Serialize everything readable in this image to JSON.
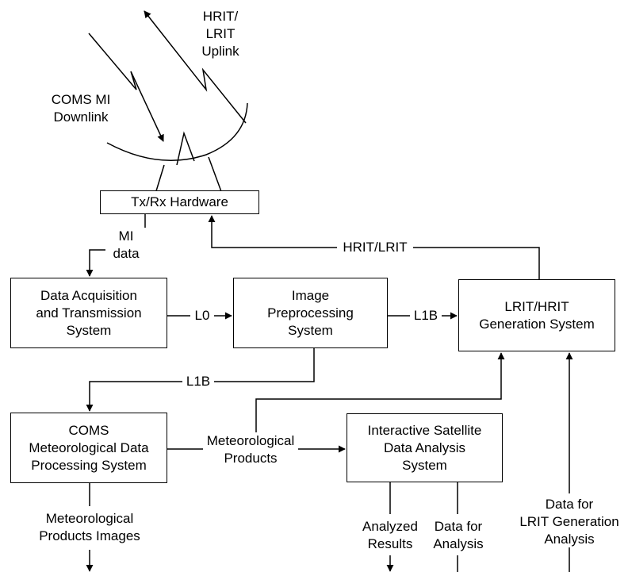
{
  "antenna": {
    "uplink_label": "HRIT/\nLRIT\nUplink",
    "downlink_label": "COMS MI\nDownlink",
    "hardware_label": "Tx/Rx Hardware"
  },
  "systems": {
    "data_acquisition": "Data Acquisition\nand Transmission\nSystem",
    "image_preprocessing": "Image\nPreprocessing\nSystem",
    "lrit_hrit_generation": "LRIT/HRIT\nGeneration System",
    "coms_mdps": "COMS\nMeteorological Data\nProcessing System",
    "interactive_analysis": "Interactive Satellite\nData Analysis\nSystem"
  },
  "flows": {
    "mi_data": "MI\ndata",
    "hrit_lrit": "HRIT/LRIT",
    "l0": "L0",
    "l1b_to_generation": "L1B",
    "l1b_to_coms": "L1B",
    "meteorological_products": "Meteorological\nProducts",
    "products_images": "Meteorological\nProducts Images",
    "analyzed_results": "Analyzed\nResults",
    "data_for_analysis": "Data for\nAnalysis",
    "data_for_lrit": "Data for\nLRIT Generation\nAnalysis"
  },
  "colors": {
    "stroke": "#000000",
    "background": "#ffffff"
  }
}
